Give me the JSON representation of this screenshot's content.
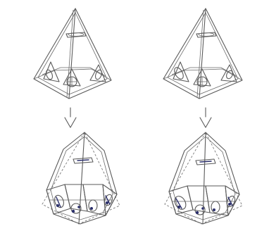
{
  "figure": {
    "panels": [
      {
        "id": "left-before",
        "variant": "a",
        "state": "before"
      },
      {
        "id": "right-before",
        "variant": "b",
        "state": "before"
      },
      {
        "id": "left-after",
        "variant": "a",
        "state": "after"
      },
      {
        "id": "right-after",
        "variant": "b",
        "state": "after"
      }
    ],
    "arrows": [
      {
        "id": "left-arrow",
        "direction": "down"
      },
      {
        "id": "right-arrow",
        "direction": "down"
      }
    ],
    "colors": {
      "background": "#ffffff",
      "line": "#5a5a5a",
      "dashed": "#7a7a7a",
      "hinge": "#2b2f6b"
    }
  }
}
